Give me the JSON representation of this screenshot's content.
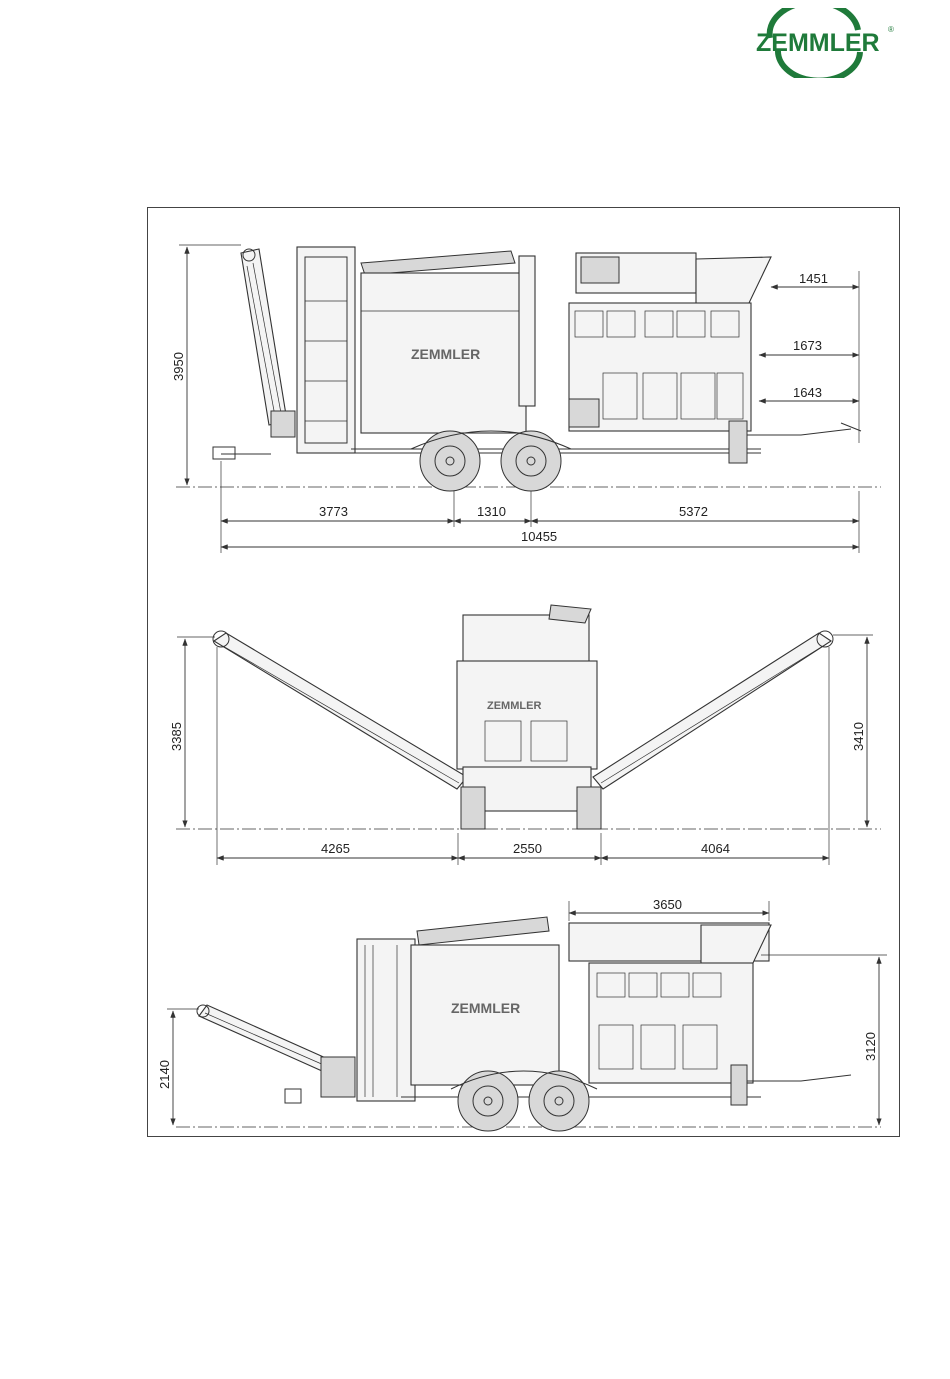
{
  "brand": {
    "name": "ZEMMLER",
    "mark": "®",
    "color": "#1f7a3a"
  },
  "side_view": {
    "height": "3950",
    "right_dims": [
      "1451",
      "1673",
      "1643"
    ],
    "bottom_dims": [
      "3773",
      "1310",
      "5372"
    ],
    "overall_length": "10455"
  },
  "rear_view": {
    "left_height": "3385",
    "right_height": "3410",
    "widths": [
      "4265",
      "2550",
      "4064"
    ]
  },
  "transport_view": {
    "top_dim": "3650",
    "left_height": "2140",
    "right_height": "3120"
  }
}
